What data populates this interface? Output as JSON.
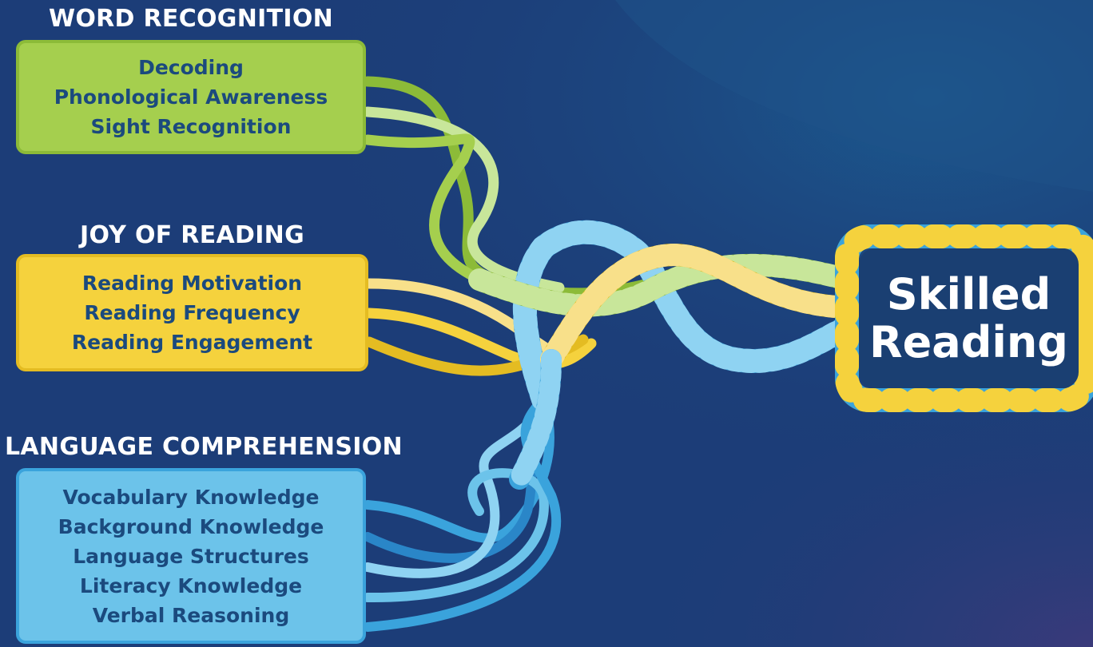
{
  "groups": [
    {
      "title": "WORD RECOGNITION",
      "items": [
        "Decoding",
        "Phonological Awareness",
        "Sight Recognition"
      ],
      "color": "#a5cf4e"
    },
    {
      "title": "JOY OF READING",
      "items": [
        "Reading Motivation",
        "Reading Frequency",
        "Reading Engagement"
      ],
      "color": "#f5d23d"
    },
    {
      "title": "LANGUAGE COMPREHENSION",
      "items": [
        "Vocabulary Knowledge",
        "Background Knowledge",
        "Language Structures",
        "Literacy Knowledge",
        "Verbal Reasoning"
      ],
      "color": "#6cc3ea"
    }
  ],
  "result": {
    "line1": "Skilled",
    "line2": "Reading"
  },
  "colors": {
    "background": "#1c3d78",
    "green": "#a5cf4e",
    "yellow": "#f5d23d",
    "blue": "#6cc3ea",
    "navy_text": "#1b4a7e"
  }
}
